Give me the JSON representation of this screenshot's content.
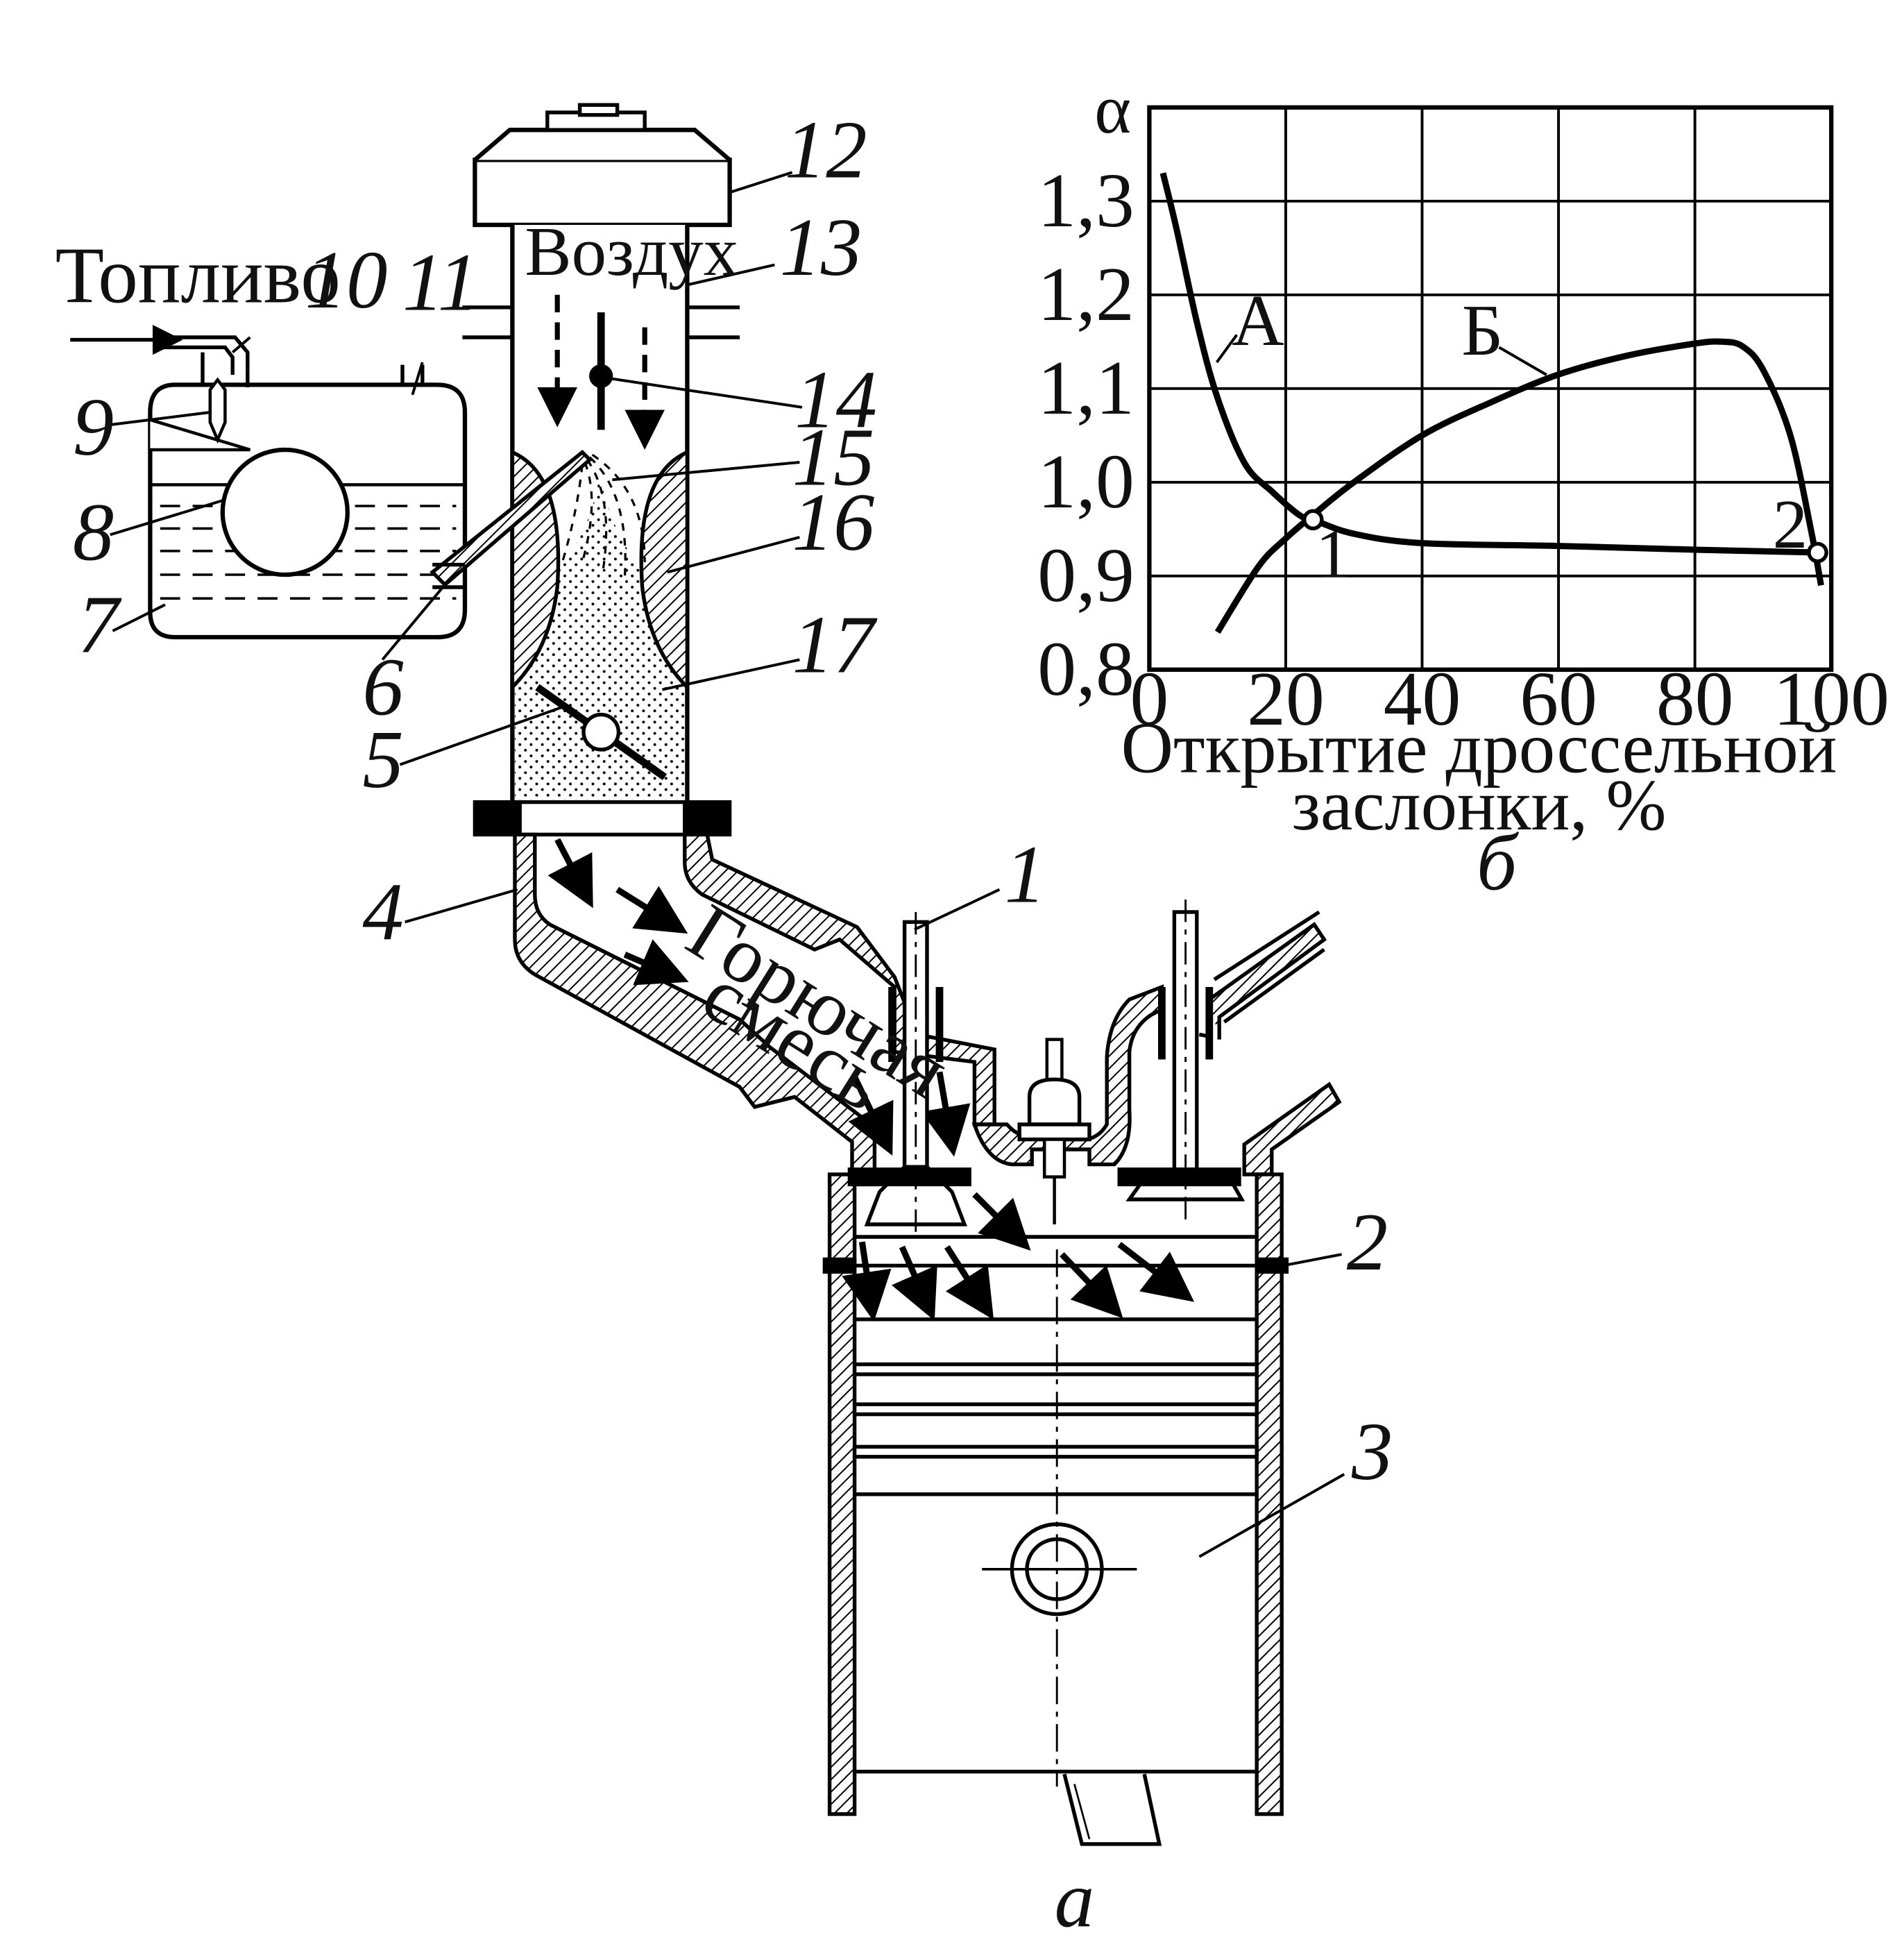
{
  "labels": {
    "fuel": "Топливо",
    "air": "Воздух",
    "mixture_line1": "Горючая",
    "mixture_line2": "смесь",
    "part_a": "а",
    "part_b": "б"
  },
  "callouts": [
    "1",
    "2",
    "3",
    "4",
    "5",
    "6",
    "7",
    "8",
    "9",
    "10",
    "11",
    "12",
    "13",
    "14",
    "15",
    "16",
    "17"
  ],
  "chart_data": {
    "type": "line",
    "ylabel": "α",
    "xlabel_line1": "Открытие дроссельной",
    "xlabel_line2": "заслонки, %",
    "xlim": [
      0,
      100
    ],
    "ylim": [
      0.8,
      1.4
    ],
    "grid": true,
    "x_ticks": [
      "0",
      "20",
      "40",
      "60",
      "80",
      "100"
    ],
    "y_ticks": [
      "0,8",
      "0,9",
      "1,0",
      "1,1",
      "1,2",
      "1,3"
    ],
    "series": [
      {
        "name": "А",
        "x": [
          2,
          4,
          7,
          10,
          14,
          18,
          22,
          24,
          30,
          40,
          60,
          80,
          98
        ],
        "y": [
          1.33,
          1.27,
          1.17,
          1.09,
          1.02,
          0.99,
          0.965,
          0.96,
          0.945,
          0.935,
          0.932,
          0.928,
          0.925
        ]
      },
      {
        "name": "Б",
        "x": [
          10,
          16,
          20,
          24,
          30,
          40,
          50,
          60,
          70,
          80,
          84,
          87,
          90,
          94,
          97,
          98.5
        ],
        "y": [
          0.84,
          0.91,
          0.94,
          0.965,
          1.0,
          1.05,
          1.085,
          1.115,
          1.135,
          1.148,
          1.15,
          1.145,
          1.12,
          1.05,
          0.95,
          0.89
        ]
      }
    ],
    "points": [
      {
        "label": "1",
        "x": 24,
        "y": 0.96
      },
      {
        "label": "2",
        "x": 98,
        "y": 0.925
      }
    ]
  }
}
